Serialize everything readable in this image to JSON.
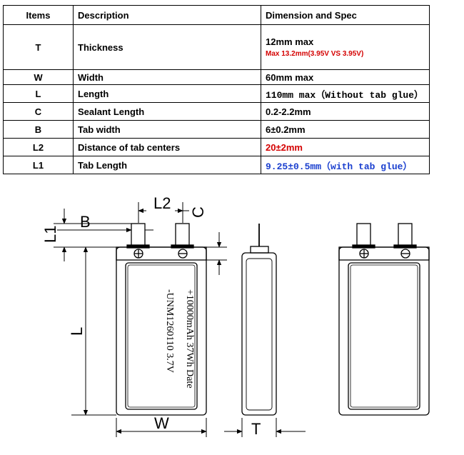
{
  "table": {
    "headers": [
      "Items",
      "Description",
      "Dimension and Spec"
    ],
    "rows": [
      {
        "item": "T",
        "desc": "Thickness",
        "spec": "12mm max",
        "note": "Max 13.2mm(3.95V VS 3.95V)"
      },
      {
        "item": "W",
        "desc": "Width",
        "spec": "60mm max"
      },
      {
        "item": "L",
        "desc": "Length",
        "spec": "110mm max（Without tab glue）"
      },
      {
        "item": "C",
        "desc": "Sealant Length",
        "spec": "0.2-2.2mm"
      },
      {
        "item": "B",
        "desc": "Tab width",
        "spec": "6±0.2mm"
      },
      {
        "item": "L2",
        "desc": "Distance of tab centers",
        "spec": "20±2mm"
      },
      {
        "item": "L1",
        "desc": "Tab Length",
        "spec": "9.25±0.5mm（with tab glue）"
      }
    ]
  },
  "drawing": {
    "labels": {
      "l2": "L2",
      "c": "C",
      "b": "B",
      "l1": "L1",
      "l": "L",
      "w": "W",
      "t": "T"
    },
    "battery_text": {
      "line1": "-UNM1260110  3.7V",
      "line2": "+10000mAh 37Wh Date"
    }
  },
  "colors": {
    "red": "#d40000",
    "blue": "#1a3fcf"
  }
}
